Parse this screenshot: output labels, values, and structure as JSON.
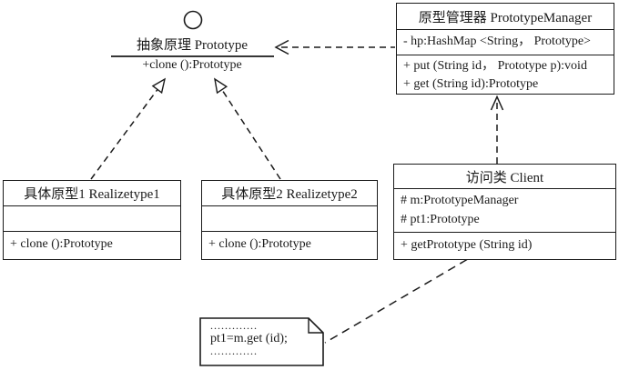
{
  "colors": {
    "ink": "#1a1a1a",
    "paper": "#ffffff"
  },
  "interface": {
    "name": "抽象原理 Prototype",
    "method": "+clone ():Prototype"
  },
  "manager": {
    "title": "原型管理器 PrototypeManager",
    "attributes": [
      "- hp:HashMap <String， Prototype>"
    ],
    "methods": [
      "+ put (String id， Prototype p):void",
      "+ get (String id):Prototype"
    ]
  },
  "realize1": {
    "title": "具体原型1 Realizetype1",
    "methods": [
      "+ clone ():Prototype"
    ]
  },
  "realize2": {
    "title": "具体原型2 Realizetype2",
    "methods": [
      "+ clone ():Prototype"
    ]
  },
  "client": {
    "title": "访问类 Client",
    "attributes": [
      "# m:PrototypeManager",
      "# pt1:Prototype"
    ],
    "methods": [
      "+ getPrototype (String id)"
    ]
  },
  "note": {
    "lines": [
      ".............",
      "pt1=m.get (id);",
      "............."
    ]
  }
}
